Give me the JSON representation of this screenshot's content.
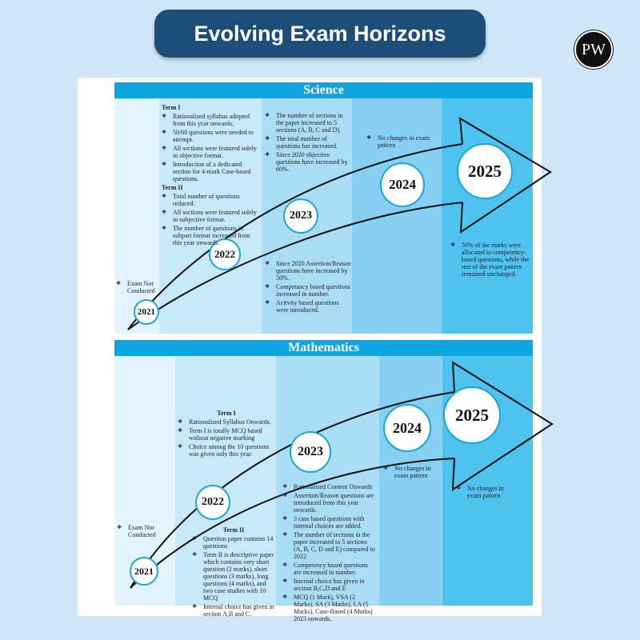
{
  "title": "Evolving Exam Horizons",
  "logo": "PW",
  "science": {
    "header": "Science",
    "years": [
      "2021",
      "2022",
      "2023",
      "2024",
      "2025"
    ],
    "y2021": [
      "Exam Not Conducted"
    ],
    "y2022": {
      "term1_label": "Term I",
      "term1": [
        "Rationalized syllabus adopted from this year onwards.",
        "50/60 questions were needed to attempt.",
        "All sections were featured solely in objective format.",
        "Introduction of a dedicated section for 4-mark Case-based questions."
      ],
      "term2_label": "Term II",
      "term2": [
        "Total number of questions reduced.",
        "All sections were featured solely in subjective format.",
        "The number of questions in subpart format increased from this year onwards."
      ]
    },
    "y2023_top": [
      "The number of sections in the paper increased to 5 sections (A, B, C and D).",
      "The total number of questions has increased.",
      "Since 2020 objective questions have increased by 60%."
    ],
    "y2023_bottom": [
      "Since 2020 Assertion/Reason questions have increased by 50%.",
      "Competancy based questions increased in number.",
      "Activity based questions were introduced."
    ],
    "y2024": [
      "No changes in exam pattern"
    ],
    "y2025": [
      "50% of the marks were allocated to competency-based questions, while the rest of the exam pattern remained unchanged."
    ]
  },
  "maths": {
    "header": "Mathematics",
    "years": [
      "2021",
      "2022",
      "2023",
      "2024",
      "2025"
    ],
    "y2021": [
      "Exam Not Conducted"
    ],
    "y2022": {
      "term1_label": "Term I",
      "term1": [
        "Rationalized Syllabus Onwards.",
        "Term I is totally MCQ based without negative marking",
        "Choice among the 10 questions was given only this year."
      ],
      "term2_label": "Term II",
      "term2": [
        "Question paper contains 14 questions",
        "Term II is descriptive paper which contains very short question (2 marks), short questions (3 marks), long questions (4 marks), and two case studies with 10 MCQ",
        "Internal choice has given in section A,B and C."
      ]
    },
    "y2023": [
      "Rationalised Content Onwards",
      "Assertion/Reason questions are introduced from this year onwards.",
      "3 case based questions with internal choices are added.",
      "The number of sections in the paper increased to 5 sections (A, B, C, D and E) compared to 2022",
      "Competency based questions are increased in number.",
      "Internal choice has given in section B,C,D and E",
      "MCQ (1 Mark),  VSA (2 Marks), SA (3 Marks), LA  (5 Marks), Case-Based (4 Marks) 2023 onwards,"
    ],
    "y2024": [
      "No changes in exam pattern"
    ],
    "y2025": [
      "No changes in exam pattern"
    ]
  }
}
